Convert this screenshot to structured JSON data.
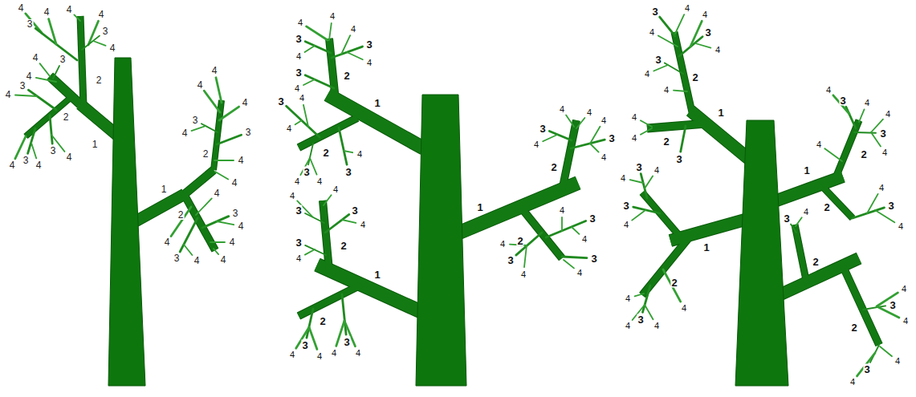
{
  "diagram": {
    "labels": [
      "4",
      "3",
      "4",
      "4",
      "4",
      "3",
      "4",
      "2",
      "4",
      "3",
      "4",
      "3",
      "4",
      "2",
      "1",
      "4",
      "3",
      "4",
      "3",
      "4",
      "4",
      "4",
      "3",
      "4",
      "4",
      "3",
      "2",
      "4",
      "4",
      "1",
      "4",
      "2",
      "3",
      "4",
      "4",
      "4",
      "4",
      "3",
      "4",
      "4",
      "3",
      "4",
      "3",
      "4",
      "4",
      "2",
      "4",
      "3",
      "4",
      "1",
      "3",
      "4",
      "4",
      "2",
      "3",
      "4",
      "4",
      "3",
      "4",
      "1",
      "3",
      "4",
      "4",
      "3",
      "4",
      "2",
      "3",
      "4",
      "2",
      "3",
      "4",
      "4",
      "3",
      "4",
      "4",
      "1",
      "4",
      "3",
      "4",
      "4",
      "3",
      "4",
      "4",
      "2",
      "2",
      "3",
      "4",
      "4",
      "3",
      "4",
      "3",
      "4",
      "4",
      "1",
      "3",
      "4",
      "4",
      "3",
      "4",
      "4",
      "2",
      "3",
      "4",
      "4",
      "2",
      "4",
      "4",
      "3",
      "1",
      "3",
      "4",
      "4",
      "3",
      "4",
      "2",
      "4",
      "3",
      "4",
      "4",
      "4",
      "1",
      "3",
      "4",
      "4",
      "3",
      "4",
      "4",
      "2",
      "4",
      "2",
      "3",
      "4",
      "4",
      "2",
      "3",
      "4",
      "2",
      "3",
      "4",
      "4",
      "3",
      "4",
      "4"
    ]
  }
}
